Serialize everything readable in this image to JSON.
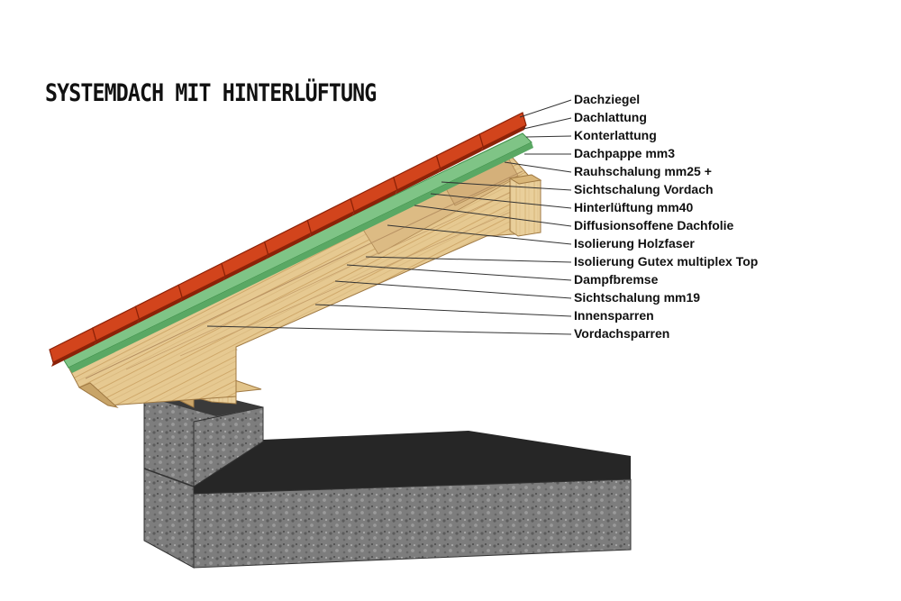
{
  "title": "SYSTEMDACH MIT HINTERLÜFTUNG",
  "labels": [
    "Dachziegel",
    "Dachlattung",
    "Konterlattung",
    "Dachpappe mm3",
    "Rauhschalung mm25 +",
    "Sichtschalung Vordach",
    "Hinterlüftung  mm40",
    "Diffusionsoffene Dachfolie",
    "Isolierung Holzfaser",
    "Isolierung  Gutex multiplex Top",
    "Dampfbremse",
    "Sichtschalung mm19",
    "Innensparren",
    "Vordachsparren"
  ],
  "colors": {
    "tile": "#d2441c",
    "tile_dark": "#8c2208",
    "batten_green": "#7fc486",
    "wood": "#e3c48d",
    "wood_dark": "#b08a55",
    "concrete": "#7a7a7a",
    "slab_top": "#2a2a2a"
  }
}
